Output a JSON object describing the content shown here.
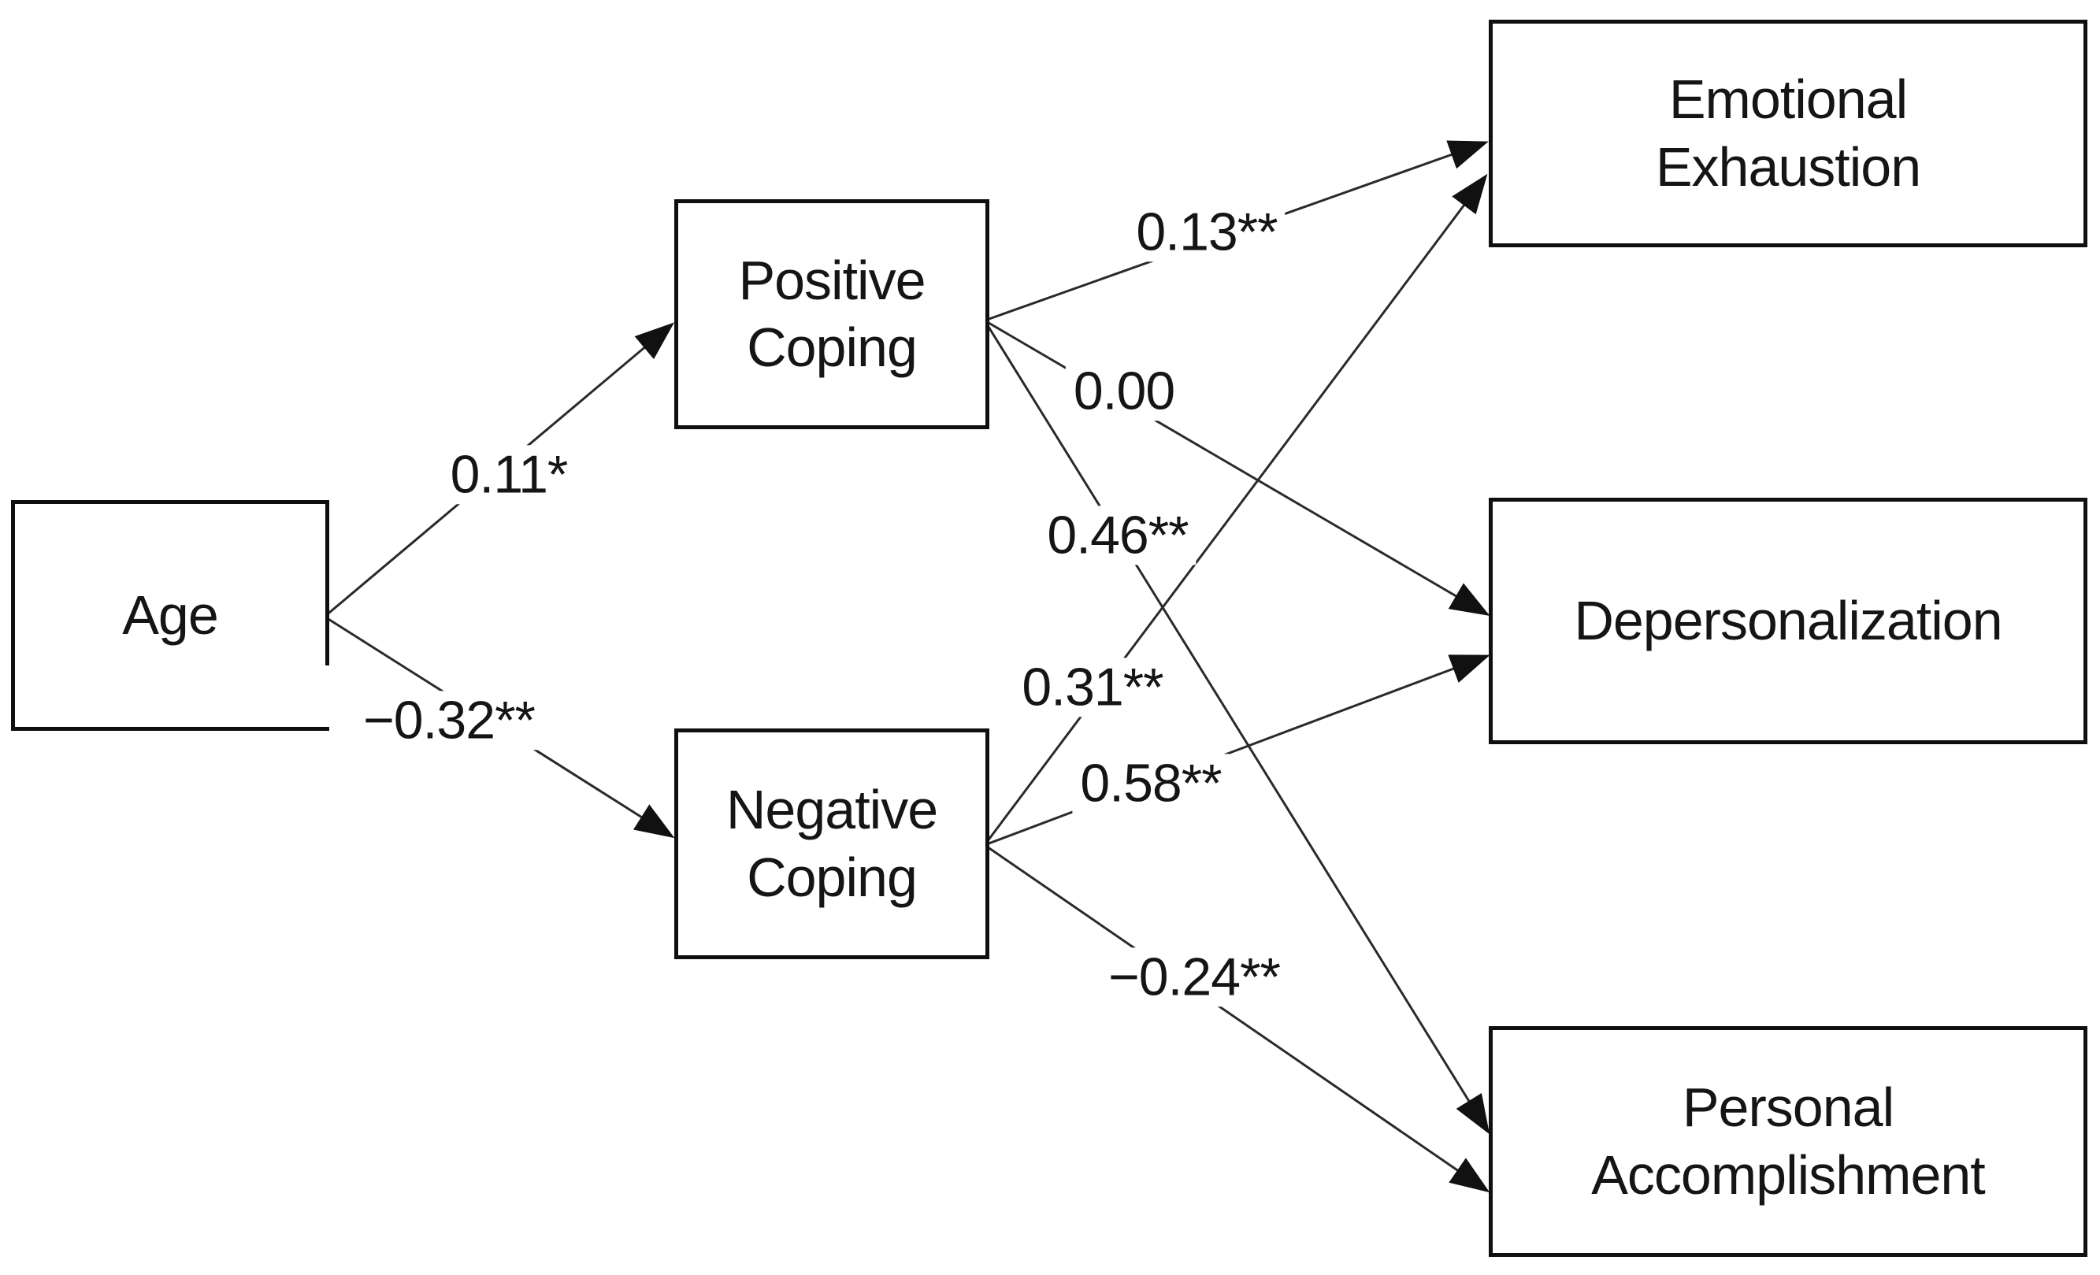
{
  "diagram": {
    "type": "path-model",
    "background_color": "#ffffff",
    "line_color": "#2a2a2a",
    "text_color": "#151515",
    "nodes": {
      "age": {
        "label_lines": [
          "Age"
        ]
      },
      "positive_coping": {
        "label_lines": [
          "Positive",
          "Coping"
        ]
      },
      "negative_coping": {
        "label_lines": [
          "Negative",
          "Coping"
        ]
      },
      "emotional_exhaustion": {
        "label_lines": [
          "Emotional",
          "Exhaustion"
        ]
      },
      "depersonalization": {
        "label_lines": [
          "Depersonalization"
        ]
      },
      "personal_accomplishment": {
        "label_lines": [
          "Personal",
          "Accomplishment"
        ]
      }
    },
    "paths": [
      {
        "from": "Age",
        "to": "Positive Coping",
        "coefficient": "0.11*"
      },
      {
        "from": "Age",
        "to": "Negative Coping",
        "coefficient": "−0.32**"
      },
      {
        "from": "Positive Coping",
        "to": "Emotional Exhaustion",
        "coefficient": "0.13**"
      },
      {
        "from": "Positive Coping",
        "to": "Depersonalization",
        "coefficient": "0.00"
      },
      {
        "from": "Positive Coping",
        "to": "Personal Accomplishment",
        "coefficient": "0.46**"
      },
      {
        "from": "Negative Coping",
        "to": "Emotional Exhaustion",
        "coefficient": "0.31**"
      },
      {
        "from": "Negative Coping",
        "to": "Depersonalization",
        "coefficient": "0.58**"
      },
      {
        "from": "Negative Coping",
        "to": "Personal Accomplishment",
        "coefficient": "−0.24**"
      }
    ]
  }
}
